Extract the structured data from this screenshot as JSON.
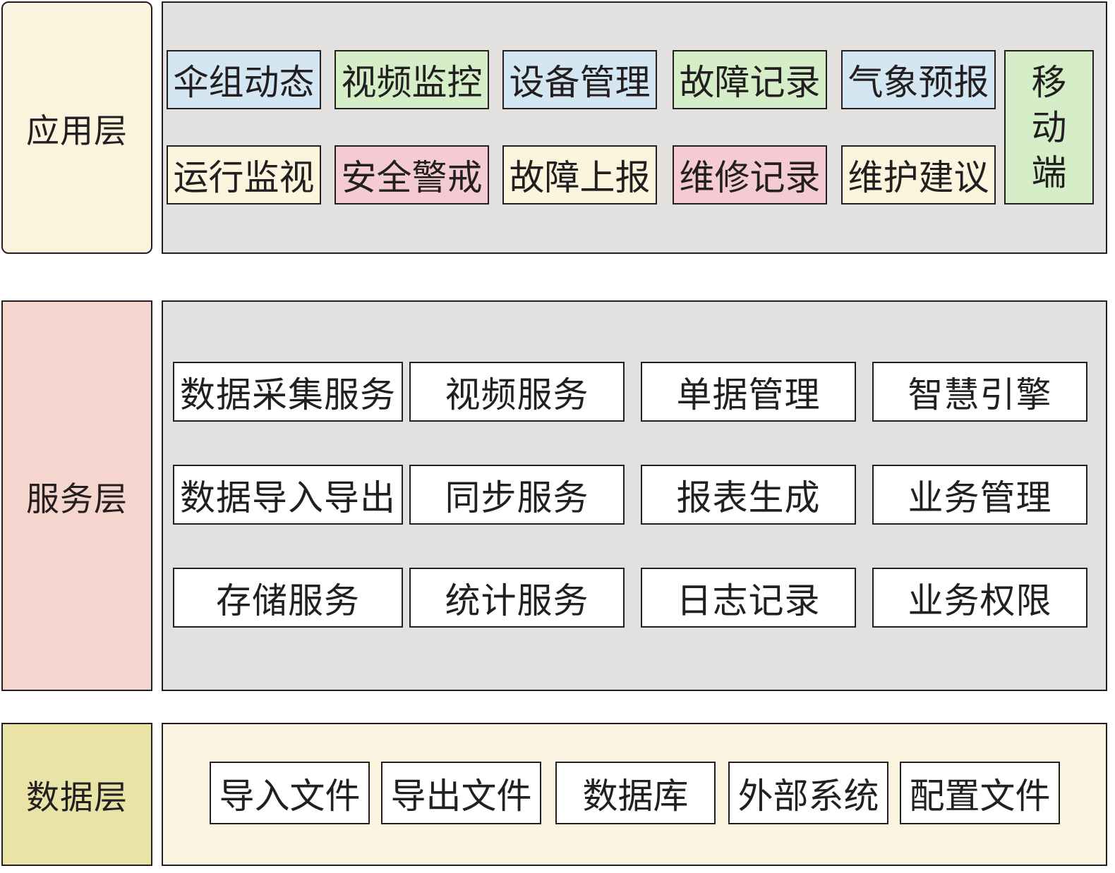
{
  "layers": {
    "app": {
      "label": "应用层",
      "row1": [
        "伞组动态",
        "视频监控",
        "设备管理",
        "故障记录",
        "气象预报"
      ],
      "row2": [
        "运行监视",
        "安全警戒",
        "故障上报",
        "维修记录",
        "维护建议"
      ],
      "mobile": [
        "移",
        "动",
        "端"
      ]
    },
    "service": {
      "label": "服务层",
      "row1": [
        "数据采集服务",
        "视频服务",
        "单据管理",
        "智慧引擎"
      ],
      "row2": [
        "数据导入导出",
        "同步服务",
        "报表生成",
        "业务管理"
      ],
      "row3": [
        "存储服务",
        "统计服务",
        "日志记录",
        "业务权限"
      ]
    },
    "data": {
      "label": "数据层",
      "items": [
        "导入文件",
        "导出文件",
        "数据库",
        "外部系统",
        "配置文件"
      ]
    }
  },
  "colors": {
    "app_label_bg": "#faf3de",
    "service_label_bg": "#f5d6cf",
    "data_label_bg": "#e9e3a8",
    "panel_gray": "#e2e1e0",
    "panel_cream": "#fbf5e1",
    "blue": "#d4e6f1",
    "green": "#d5eec8",
    "pink": "#f4cbd3",
    "cream": "#fbf5de"
  }
}
